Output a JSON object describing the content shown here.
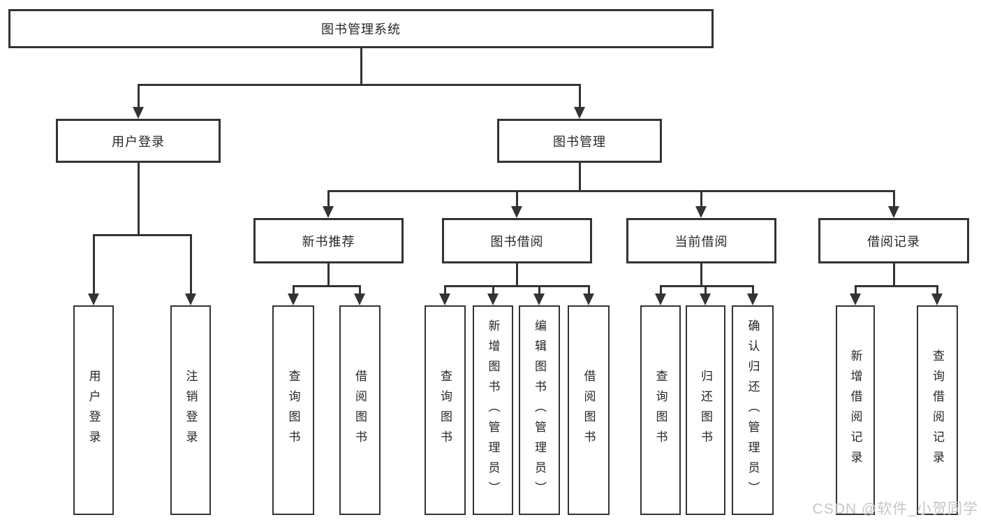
{
  "diagram": {
    "root": {
      "label": "图书管理系统"
    },
    "level2": [
      {
        "label": "用户登录"
      },
      {
        "label": "图书管理"
      }
    ],
    "level3": [
      {
        "label": "新书推荐",
        "parent": "图书管理"
      },
      {
        "label": "图书借阅",
        "parent": "图书管理"
      },
      {
        "label": "当前借阅",
        "parent": "图书管理"
      },
      {
        "label": "借阅记录",
        "parent": "图书管理"
      }
    ],
    "leaves": [
      {
        "label": "用户登录",
        "parent": "用户登录"
      },
      {
        "label": "注销登录",
        "parent": "用户登录"
      },
      {
        "label": "查询图书",
        "parent": "新书推荐"
      },
      {
        "label": "借阅图书",
        "parent": "新书推荐"
      },
      {
        "label": "查询图书",
        "parent": "图书借阅"
      },
      {
        "label": "新增图书（管理员）",
        "parent": "图书借阅"
      },
      {
        "label": "编辑图书（管理员）",
        "parent": "图书借阅"
      },
      {
        "label": "借阅图书",
        "parent": "图书借阅"
      },
      {
        "label": "查询图书",
        "parent": "当前借阅"
      },
      {
        "label": "归还图书",
        "parent": "当前借阅"
      },
      {
        "label": "确认归还（管理员）",
        "parent": "当前借阅"
      },
      {
        "label": "新增借阅记录",
        "parent": "借阅记录"
      },
      {
        "label": "查询借阅记录",
        "parent": "借阅记录"
      }
    ]
  },
  "watermark": {
    "text": "CSDN @软件_小贺同学"
  },
  "colors": {
    "line": "#333333",
    "text": "#262626",
    "background": "#ffffff",
    "watermark": "#c6c6c6"
  }
}
